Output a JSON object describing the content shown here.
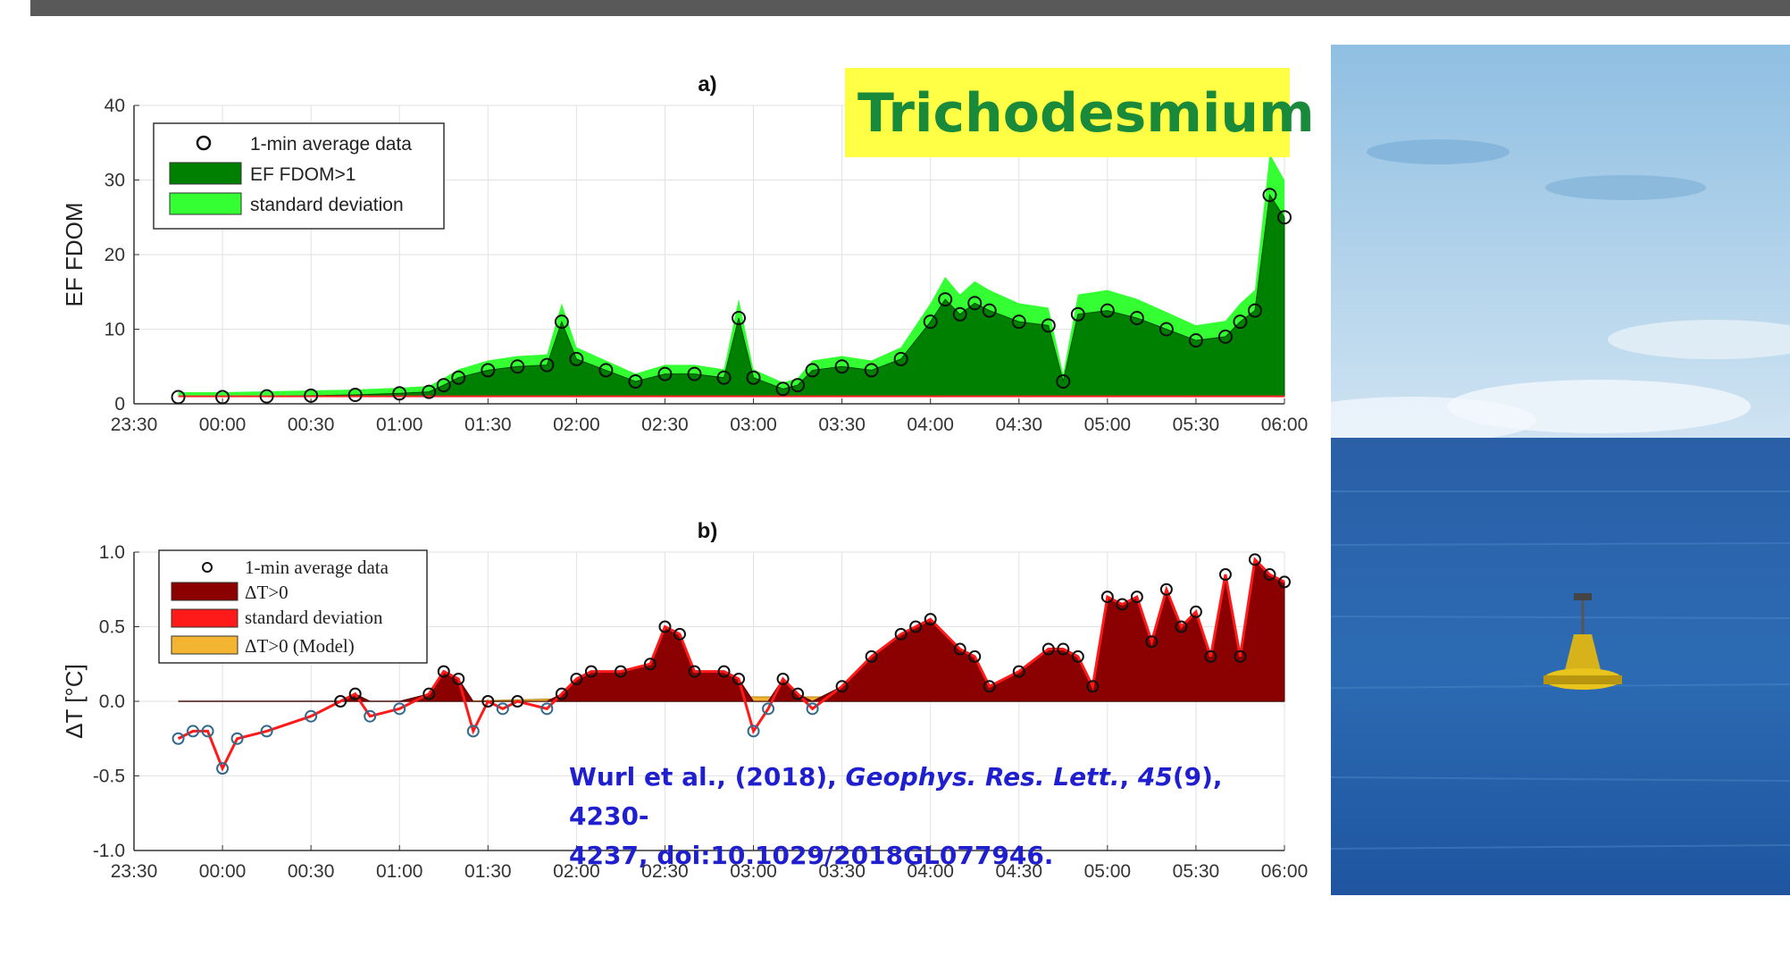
{
  "banner": {
    "text": "Trichodesmium"
  },
  "citation": {
    "authors": "Wurl et al., (2018), ",
    "journal": "Geophys. Res. Lett.",
    "sep1": ", ",
    "volume": "45",
    "issue": "(9), 4230-",
    "line2": "4237, doi:10.1029/2018GL077946."
  },
  "colors": {
    "fdom_fill": "#008000",
    "fdom_std": "#33ff33",
    "dt_fill": "#8b0000",
    "dt_std": "#ff1a1a",
    "dt_model": "#f3b531",
    "threshold_line": "#ff2020",
    "sea": "#2160a8",
    "sky": "#a9cfe9",
    "buoy": "#e8c41c"
  },
  "photo": {
    "icons": [
      "buoy-icon"
    ]
  },
  "chart_data": [
    {
      "type": "area",
      "title": "a)",
      "ylabel": "EF FDOM",
      "xlabel": "",
      "ylim": [
        0,
        40
      ],
      "yticks": [
        0,
        10,
        20,
        30,
        40
      ],
      "xlim": [
        "23:30",
        "06:00"
      ],
      "xticks": [
        "23:30",
        "00:00",
        "00:30",
        "01:00",
        "01:30",
        "02:00",
        "02:30",
        "03:00",
        "03:30",
        "04:00",
        "04:30",
        "05:00",
        "05:30",
        "06:00"
      ],
      "grid": true,
      "legend_position": "top-left",
      "legend": [
        "1-min average data",
        "EF FDOM>1",
        "standard deviation"
      ],
      "threshold": 1,
      "x": [
        "23:45",
        "00:00",
        "00:15",
        "00:30",
        "00:45",
        "01:00",
        "01:10",
        "01:15",
        "01:20",
        "01:30",
        "01:40",
        "01:50",
        "01:55",
        "02:00",
        "02:10",
        "02:20",
        "02:30",
        "02:40",
        "02:50",
        "02:55",
        "03:00",
        "03:10",
        "03:15",
        "03:20",
        "03:30",
        "03:40",
        "03:50",
        "04:00",
        "04:05",
        "04:10",
        "04:15",
        "04:20",
        "04:30",
        "04:40",
        "04:45",
        "04:50",
        "05:00",
        "05:10",
        "05:20",
        "05:30",
        "05:40",
        "05:45",
        "05:50",
        "05:55",
        "06:00"
      ],
      "values": [
        0.9,
        0.9,
        1.0,
        1.1,
        1.2,
        1.4,
        1.6,
        2.5,
        3.5,
        4.5,
        5.0,
        5.2,
        11.0,
        6.0,
        4.5,
        3.0,
        4.0,
        4.0,
        3.5,
        11.5,
        3.5,
        2.0,
        2.5,
        4.5,
        5.0,
        4.5,
        6.0,
        11.0,
        14.0,
        12.0,
        13.5,
        12.5,
        11.0,
        10.5,
        3.0,
        12.0,
        12.5,
        11.5,
        10.0,
        8.5,
        9.0,
        11.0,
        12.5,
        28.0,
        25.0
      ]
    },
    {
      "type": "area",
      "title": "b)",
      "ylabel": "ΔT [°C]",
      "xlabel": "",
      "ylim": [
        -1.0,
        1.0
      ],
      "yticks": [
        -1.0,
        -0.5,
        0.0,
        0.5,
        1.0
      ],
      "ytick_labels": [
        "-1.0",
        "-0.5",
        "0.0",
        "0.5",
        "1.0"
      ],
      "xlim": [
        "23:30",
        "06:00"
      ],
      "xticks": [
        "23:30",
        "00:00",
        "00:30",
        "01:00",
        "01:30",
        "02:00",
        "02:30",
        "03:00",
        "03:30",
        "04:00",
        "04:30",
        "05:00",
        "05:30",
        "06:00"
      ],
      "grid": true,
      "legend_position": "top-left",
      "legend": [
        "1-min average data",
        "ΔT>0",
        "standard deviation",
        "ΔT>0 (Model)"
      ],
      "series": [
        {
          "x": [
            "23:45",
            "23:50",
            "23:55",
            "00:00",
            "00:05",
            "00:15",
            "00:30",
            "00:40",
            "00:45",
            "00:50",
            "01:00",
            "01:10",
            "01:15",
            "01:20",
            "01:25",
            "01:30",
            "01:35",
            "01:40",
            "01:50",
            "01:55",
            "02:00",
            "02:05",
            "02:15",
            "02:25",
            "02:30",
            "02:35",
            "02:40",
            "02:50",
            "02:55",
            "03:00",
            "03:05",
            "03:10",
            "03:15",
            "03:20",
            "03:30",
            "03:40",
            "03:50",
            "03:55",
            "04:00",
            "04:10",
            "04:15",
            "04:20",
            "04:30",
            "04:40",
            "04:45",
            "04:50",
            "04:55",
            "05:00",
            "05:05",
            "05:10",
            "05:15",
            "05:20",
            "05:25",
            "05:30",
            "05:35",
            "05:40",
            "05:45",
            "05:50",
            "05:55",
            "06:00"
          ],
          "values": [
            -0.25,
            -0.2,
            -0.2,
            -0.45,
            -0.25,
            -0.2,
            -0.1,
            0.0,
            0.05,
            -0.1,
            -0.05,
            0.05,
            0.2,
            0.15,
            -0.2,
            0.0,
            -0.05,
            0.0,
            -0.05,
            0.05,
            0.15,
            0.2,
            0.2,
            0.25,
            0.5,
            0.45,
            0.2,
            0.2,
            0.15,
            -0.2,
            -0.05,
            0.15,
            0.05,
            -0.05,
            0.1,
            0.3,
            0.45,
            0.5,
            0.55,
            0.35,
            0.3,
            0.1,
            0.2,
            0.35,
            0.35,
            0.3,
            0.1,
            0.7,
            0.65,
            0.7,
            0.4,
            0.75,
            0.5,
            0.6,
            0.3,
            0.85,
            0.3,
            0.95,
            0.85,
            0.8
          ]
        },
        {
          "name": "ΔT>0 (Model)",
          "x": [
            "23:45",
            "01:20",
            "02:00",
            "03:00",
            "04:00",
            "04:30",
            "05:00",
            "05:30",
            "05:50",
            "06:00"
          ],
          "values": [
            0.0,
            0.0,
            0.02,
            0.03,
            0.03,
            0.05,
            0.12,
            0.2,
            0.27,
            0.28
          ]
        }
      ]
    }
  ]
}
